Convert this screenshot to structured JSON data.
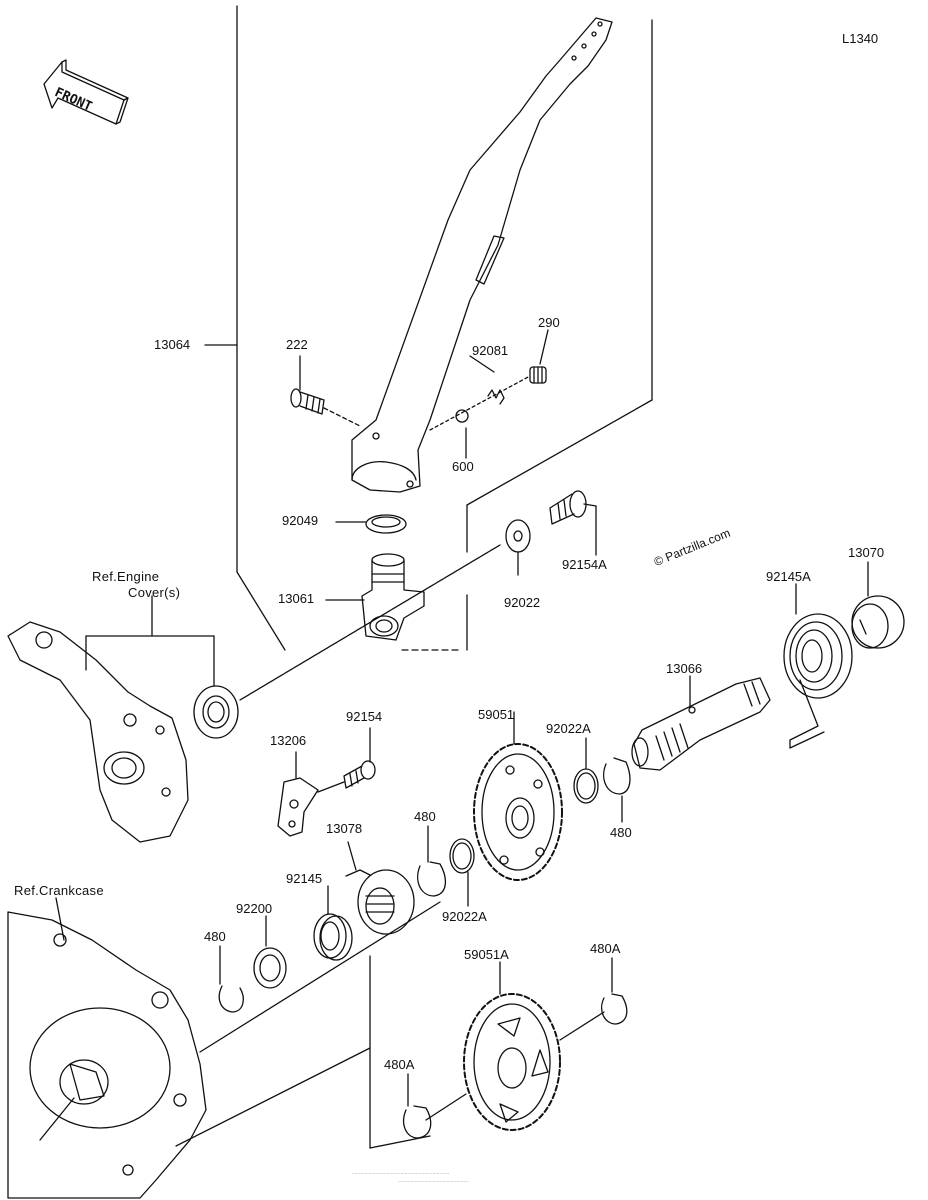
{
  "diagram_code": "L1340",
  "front_label": "FRONT",
  "copyright": "© Partzilla.com",
  "ref_engine_cover": "Ref.Engine Cover(s)",
  "ref_engine_cover_line1": "Ref.Engine",
  "ref_engine_cover_line2": "Cover(s)",
  "ref_crankcase": "Ref.Crankcase",
  "footer_line1": "......................................................................",
  "footer_line2": "...................................................",
  "parts": {
    "p13064": "13064",
    "p222": "222",
    "p92081": "92081",
    "p290": "290",
    "p600": "600",
    "p92049": "92049",
    "p13061": "13061",
    "p92022": "92022",
    "p92154A": "92154A",
    "p92145A": "92145A",
    "p13070": "13070",
    "p13066": "13066",
    "p59051": "59051",
    "p92022A_top": "92022A",
    "p480_right": "480",
    "p13206": "13206",
    "p92154": "92154",
    "p13078": "13078",
    "p480_mid": "480",
    "p92022A_mid": "92022A",
    "p92145": "92145",
    "p92200": "92200",
    "p480_left": "480",
    "p59051A": "59051A",
    "p480A_right": "480A",
    "p480A_left": "480A"
  }
}
